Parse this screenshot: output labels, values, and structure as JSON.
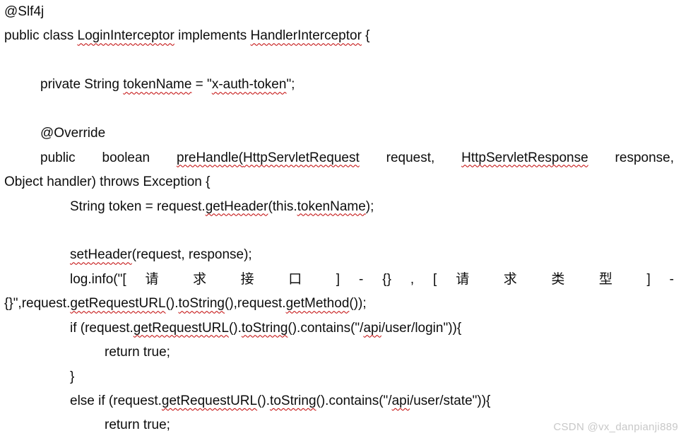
{
  "colors": {
    "background": "#ffffff",
    "text": "#0d0d0d",
    "squiggle": "#c00000",
    "watermark": "#c8c8c8"
  },
  "watermark": {
    "label": "CSDN @vx_danpianji889"
  },
  "code_lines": [
    {
      "indent": 0,
      "justify": false,
      "segments": [
        {
          "text": "@Slf4j"
        }
      ]
    },
    {
      "indent": 0,
      "justify": false,
      "segments": [
        {
          "text": "public class "
        },
        {
          "text": "LoginInterceptor",
          "misspelled": true
        },
        {
          "text": " implements "
        },
        {
          "text": "HandlerInterceptor",
          "misspelled": true
        },
        {
          "text": " {"
        }
      ]
    },
    {
      "indent": 0,
      "justify": false,
      "segments": []
    },
    {
      "indent": 1,
      "justify": false,
      "segments": [
        {
          "text": "private String "
        },
        {
          "text": "tokenName",
          "misspelled": true
        },
        {
          "text": " = \""
        },
        {
          "text": "x-auth-token",
          "misspelled": true
        },
        {
          "text": "\";"
        }
      ]
    },
    {
      "indent": 1,
      "justify": false,
      "segments": []
    },
    {
      "indent": 1,
      "justify": false,
      "segments": [
        {
          "text": "@Override"
        }
      ]
    },
    {
      "indent": 1,
      "justify": true,
      "segments": [
        {
          "text": "public boolean "
        },
        {
          "text": "preHandle(",
          "misspelled": true
        },
        {
          "text": "HttpServletRequest",
          "misspelled": true
        },
        {
          "text": " request, "
        },
        {
          "text": "HttpServletResponse",
          "misspelled": true
        },
        {
          "text": " response,"
        }
      ]
    },
    {
      "indent": 0,
      "justify": false,
      "segments": [
        {
          "text": "Object handler) throws Exception {"
        }
      ]
    },
    {
      "indent": 2,
      "justify": false,
      "segments": [
        {
          "text": "String token = request."
        },
        {
          "text": "getHeader",
          "misspelled": true
        },
        {
          "text": "(this."
        },
        {
          "text": "tokenName",
          "misspelled": true
        },
        {
          "text": ");"
        }
      ]
    },
    {
      "indent": 2,
      "justify": false,
      "segments": []
    },
    {
      "indent": 2,
      "justify": false,
      "segments": [
        {
          "text": "setHeader",
          "misspelled": true
        },
        {
          "text": "(request, response);"
        }
      ]
    },
    {
      "indent": 2,
      "justify": true,
      "segments": [
        {
          "text": "log.info(\"[ 请 求 接 口 ] - {} , [ 请 求 类 型 ] -"
        }
      ]
    },
    {
      "indent": 0,
      "justify": false,
      "segments": [
        {
          "text": "{}\",request."
        },
        {
          "text": "getRequestURL",
          "misspelled": true
        },
        {
          "text": "()."
        },
        {
          "text": "toString",
          "misspelled": true
        },
        {
          "text": "(),request."
        },
        {
          "text": "getMethod",
          "misspelled": true
        },
        {
          "text": "());"
        }
      ]
    },
    {
      "indent": 2,
      "justify": false,
      "segments": [
        {
          "text": "if (request."
        },
        {
          "text": "getRequestURL",
          "misspelled": true
        },
        {
          "text": "()."
        },
        {
          "text": "toString",
          "misspelled": true
        },
        {
          "text": "().contains(\"/"
        },
        {
          "text": "api",
          "misspelled": true
        },
        {
          "text": "/user/login\")){"
        }
      ]
    },
    {
      "indent": 3,
      "justify": false,
      "segments": [
        {
          "text": "return true;"
        }
      ]
    },
    {
      "indent": 2,
      "justify": false,
      "segments": [
        {
          "text": "}"
        }
      ]
    },
    {
      "indent": 2,
      "justify": false,
      "segments": [
        {
          "text": "else if (request."
        },
        {
          "text": "getRequestURL",
          "misspelled": true
        },
        {
          "text": "()."
        },
        {
          "text": "toString",
          "misspelled": true
        },
        {
          "text": "().contains(\"/"
        },
        {
          "text": "api",
          "misspelled": true
        },
        {
          "text": "/user/state\")){"
        }
      ]
    },
    {
      "indent": 3,
      "justify": false,
      "segments": [
        {
          "text": "return true;"
        }
      ]
    }
  ]
}
